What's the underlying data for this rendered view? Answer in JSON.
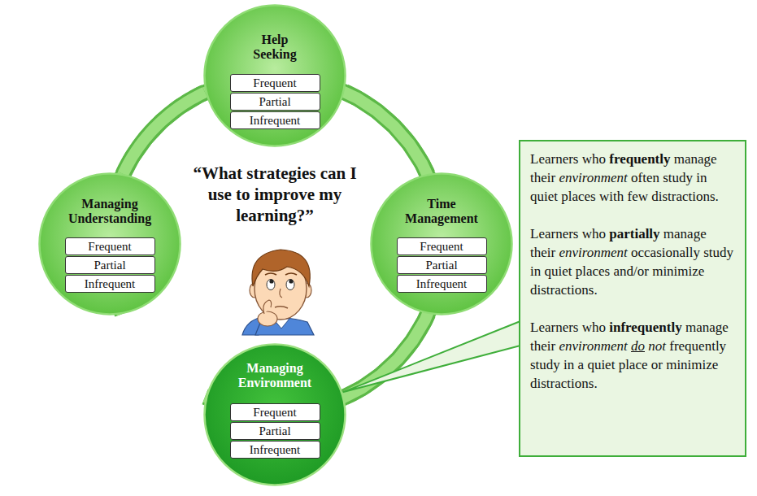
{
  "diagram": {
    "nodes": [
      {
        "text": [
          "Help Seeking"
        ]
      },
      {
        "text": [
          "Frequent"
        ],
        "in": 0
      },
      {
        "text": [
          "Partial"
        ],
        "in": 0
      },
      {
        "text": [
          "Infrequent"
        ],
        "in": 0
      },
      {
        "text": [
          "Managing Understanding"
        ]
      },
      {
        "text": [
          "Frequent"
        ],
        "in": 4
      },
      {
        "text": [
          "Partial"
        ],
        "in": 4
      },
      {
        "text": [
          "Infrequent"
        ],
        "in": 4
      },
      {
        "text": [
          "Time Management"
        ]
      },
      {
        "text": [
          "Frequent"
        ],
        "in": 8
      },
      {
        "text": [
          "Partial"
        ],
        "in": 8
      },
      {
        "text": [
          "Infrequent"
        ],
        "in": 8
      },
      {
        "text": [
          "Managing Environment"
        ]
      },
      {
        "text": [
          "Frequent"
        ],
        "in": 12
      },
      {
        "text": [
          "Partial"
        ],
        "in": 12
      },
      {
        "text": [
          "Infrequent"
        ],
        "in": 12
      },
      {
        "text": [
          "Learners who frequently manage their environment often study in quiet places with few distractions.",
          "Learners who partially manage their environment occasionally study in quiet places and/or minimize distractions.",
          "Learners who infrequently manage their environment do not frequently study in a quiet place or minimize distractions."
        ]
      }
    ],
    "edges": [
      {
        "from": 0,
        "to": 8,
        "arrow": "none"
      },
      {
        "from": 8,
        "to": 12,
        "arrow": "none"
      },
      {
        "from": 12,
        "to": 4,
        "arrow": "none"
      },
      {
        "from": 4,
        "to": 0,
        "arrow": "none"
      },
      {
        "from": 16,
        "to": 12,
        "arrow": "none"
      }
    ],
    "labels": [
      "“What strategies can I use to improve my learning?”"
    ]
  }
}
